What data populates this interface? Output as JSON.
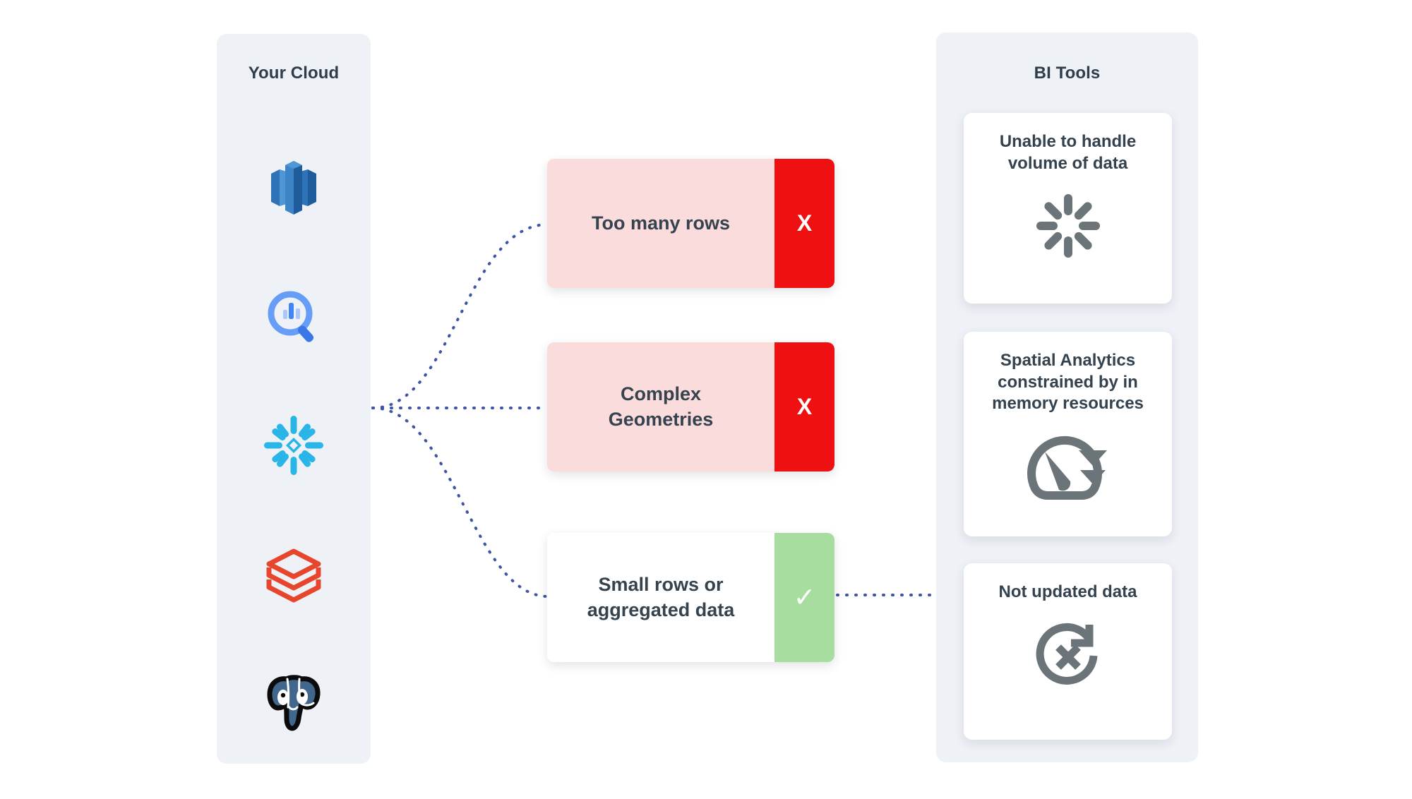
{
  "left_panel": {
    "title": "Your Cloud",
    "items": [
      {
        "name": "amazon-redshift",
        "label": "Amazon Redshift"
      },
      {
        "name": "google-bigquery",
        "label": "Google BigQuery"
      },
      {
        "name": "snowflake",
        "label": "Snowflake"
      },
      {
        "name": "databricks",
        "label": "Databricks"
      },
      {
        "name": "postgresql",
        "label": "PostgreSQL"
      }
    ]
  },
  "middle_cards": [
    {
      "label": "Too many rows",
      "status": "fail",
      "badge": "X"
    },
    {
      "label": "Complex Geometries",
      "status": "fail",
      "badge": "X"
    },
    {
      "label": "Small rows or aggregated data",
      "status": "pass",
      "badge": "✓"
    }
  ],
  "right_panel": {
    "title": "BI Tools",
    "cards": [
      {
        "title": "Unable to handle volume of data",
        "icon": "spinner-icon"
      },
      {
        "title": "Spatial Analytics constrained by in memory resources",
        "icon": "gauge-icon"
      },
      {
        "title": "Not updated data",
        "icon": "refresh-error-icon"
      }
    ]
  },
  "colors": {
    "panel_background": "#eef1f6",
    "fail_body": "#fbdcdc",
    "fail_badge": "#ef1111",
    "pass_body": "#ffffff",
    "pass_badge": "#a8dda0",
    "text_dark": "#33424e",
    "connector": "#3e54a8",
    "icon_gray": "#6b7478",
    "redshift_blue": "#2e73b8",
    "bigquery_blue": "#669df6",
    "snowflake_blue": "#29b5e8",
    "databricks_red": "#e8462c",
    "postgres_blue": "#41688c"
  },
  "connectors": {
    "style": "dotted",
    "origin_label": "snowflake-row",
    "links": [
      {
        "from": "your-cloud",
        "to": "card-too-many-rows"
      },
      {
        "from": "your-cloud",
        "to": "card-complex-geometries"
      },
      {
        "from": "your-cloud",
        "to": "card-small-rows"
      },
      {
        "from": "card-small-rows",
        "to": "bi-card-not-updated-data"
      }
    ]
  }
}
